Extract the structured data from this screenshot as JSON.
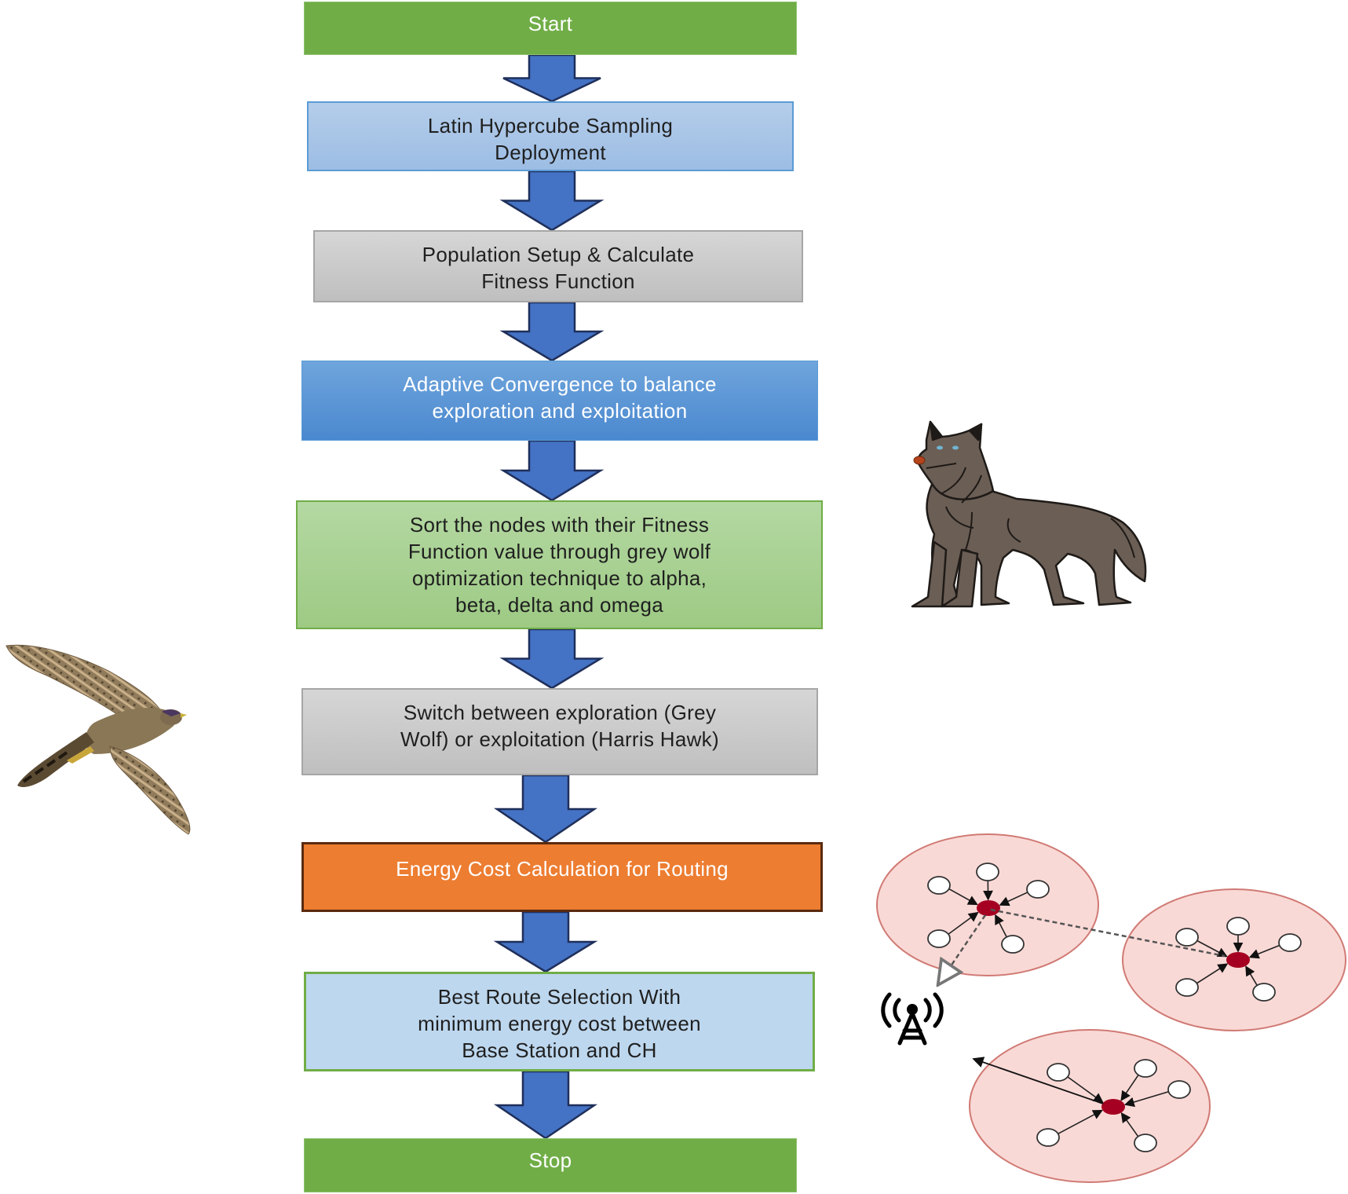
{
  "flowchart": {
    "steps": [
      {
        "id": "start",
        "lines": [
          "Start"
        ]
      },
      {
        "id": "lhs",
        "lines": [
          "Latin Hypercube Sampling",
          "Deployment"
        ]
      },
      {
        "id": "population",
        "lines": [
          "Population Setup & Calculate",
          "Fitness Function"
        ]
      },
      {
        "id": "adaptive",
        "lines": [
          "Adaptive Convergence to balance",
          "exploration and exploitation"
        ]
      },
      {
        "id": "sort",
        "lines": [
          "Sort the nodes with their Fitness",
          "Function value through grey wolf",
          "optimization technique to alpha,",
          "beta, delta and omega"
        ]
      },
      {
        "id": "switch",
        "lines": [
          "Switch between exploration (Grey",
          "Wolf) or exploitation (Harris Hawk)"
        ]
      },
      {
        "id": "energy",
        "lines": [
          "Energy Cost Calculation for Routing"
        ]
      },
      {
        "id": "best",
        "lines": [
          "Best Route Selection With",
          "minimum energy cost between",
          "Base Station and CH"
        ]
      },
      {
        "id": "stop",
        "lines": [
          "Stop"
        ]
      }
    ],
    "arrow_count": 8
  },
  "illustrations": {
    "hawk": "harris-hawk-illustration",
    "wolf": "grey-wolf-illustration",
    "network": {
      "clusters": 3,
      "nodes_per_cluster": 5,
      "base_station": "radio-tower-icon"
    }
  },
  "colors": {
    "start_stop": "#70ad47",
    "arrow": "#4472c4",
    "energy": "#ed7d31",
    "cluster_fill": "#f9d9d6",
    "cluster_stroke": "#d07a74",
    "cluster_head": "#a50021",
    "wolf": "#6b5e55"
  }
}
